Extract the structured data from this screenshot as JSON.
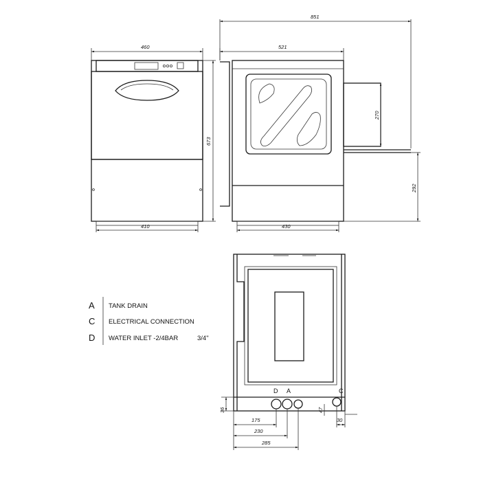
{
  "dimensions": {
    "overall_length": "851",
    "front_width": "460",
    "front_height": "673",
    "front_base_width": "410",
    "side_depth": "521",
    "side_base_depth": "430",
    "tray_height": "270",
    "tray_level": "292",
    "plan_36": "36",
    "plan_47": "47",
    "plan_30": "30",
    "plan_175": "175",
    "plan_230": "230",
    "plan_285": "285"
  },
  "legend": [
    {
      "letter": "A",
      "text": "TANK DRAIN",
      "extra": ""
    },
    {
      "letter": "C",
      "text": "ELECTRICAL CONNECTION",
      "extra": ""
    },
    {
      "letter": "D",
      "text": "WATER INLET  -2/4BAR",
      "extra": "3/4\""
    }
  ],
  "connection_labels": {
    "d": "D",
    "a": "A",
    "c": "C"
  },
  "colors": {
    "line": "#1a1a1a",
    "background": "#ffffff"
  }
}
